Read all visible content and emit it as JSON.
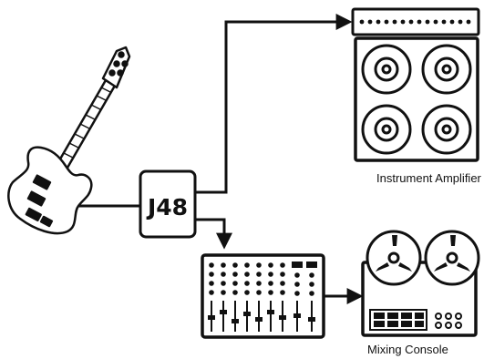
{
  "diagram": {
    "di_box_label": "J48",
    "amplifier_label": "Instrument Amplifier",
    "console_label": "Mixing Console",
    "colors": {
      "stroke": "#111111",
      "background": "#ffffff",
      "text": "#111111"
    },
    "icons": [
      "bass-guitar-icon",
      "di-box-icon",
      "instrument-amplifier-icon",
      "mixer-icon",
      "tape-recorder-icon"
    ]
  }
}
